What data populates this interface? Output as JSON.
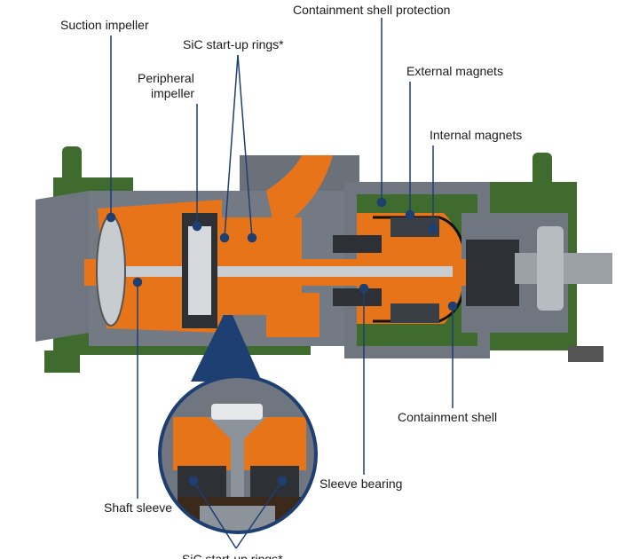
{
  "labels": {
    "suction_impeller": "Suction impeller",
    "sic_rings_top": "SiC start-up rings*",
    "peripheral_impeller_1": "Peripheral",
    "peripheral_impeller_2": "impeller",
    "containment_shell_protection": "Containment shell protection",
    "external_magnets": "External magnets",
    "internal_magnets": "Internal magnets",
    "containment_shell": "Containment shell",
    "sleeve_bearing": "Sleeve bearing",
    "shaft_sleeve": "Shaft sleeve",
    "sic_rings_bottom": "SiC start-up rings*"
  },
  "colors": {
    "steel": "#6f7680",
    "steel_dark": "#4a5058",
    "orange": "#e8741a",
    "green": "#3f6b2e",
    "leader": "#1d3f72"
  }
}
